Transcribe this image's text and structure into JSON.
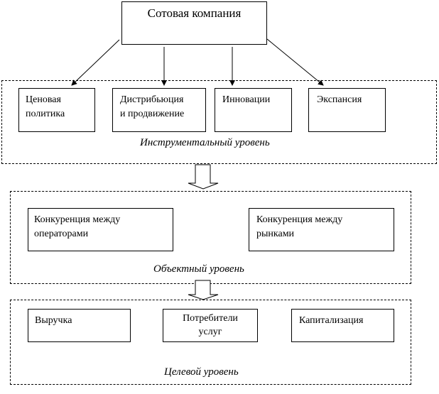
{
  "top": {
    "label": "Сотовая компания"
  },
  "levels": [
    {
      "label": "Инструментальный уровень",
      "items": [
        {
          "line1": "Ценовая",
          "line2": "политика"
        },
        {
          "line1": "Дистрибьюция",
          "line2": "и продвижение"
        },
        {
          "line1": "Инновации",
          "line2": ""
        },
        {
          "line1": "Экспансия",
          "line2": ""
        }
      ]
    },
    {
      "label": "Объектный уровень",
      "items": [
        {
          "line1": "Конкуренция между",
          "line2": "операторами"
        },
        {
          "line1": "Конкуренция между",
          "line2": "рынками"
        }
      ]
    },
    {
      "label": "Целевой уровень",
      "items": [
        {
          "line1": "Выручка",
          "line2": ""
        },
        {
          "line1": "Потребители",
          "line2": "услуг"
        },
        {
          "line1": "Капитализация",
          "line2": ""
        }
      ]
    }
  ]
}
